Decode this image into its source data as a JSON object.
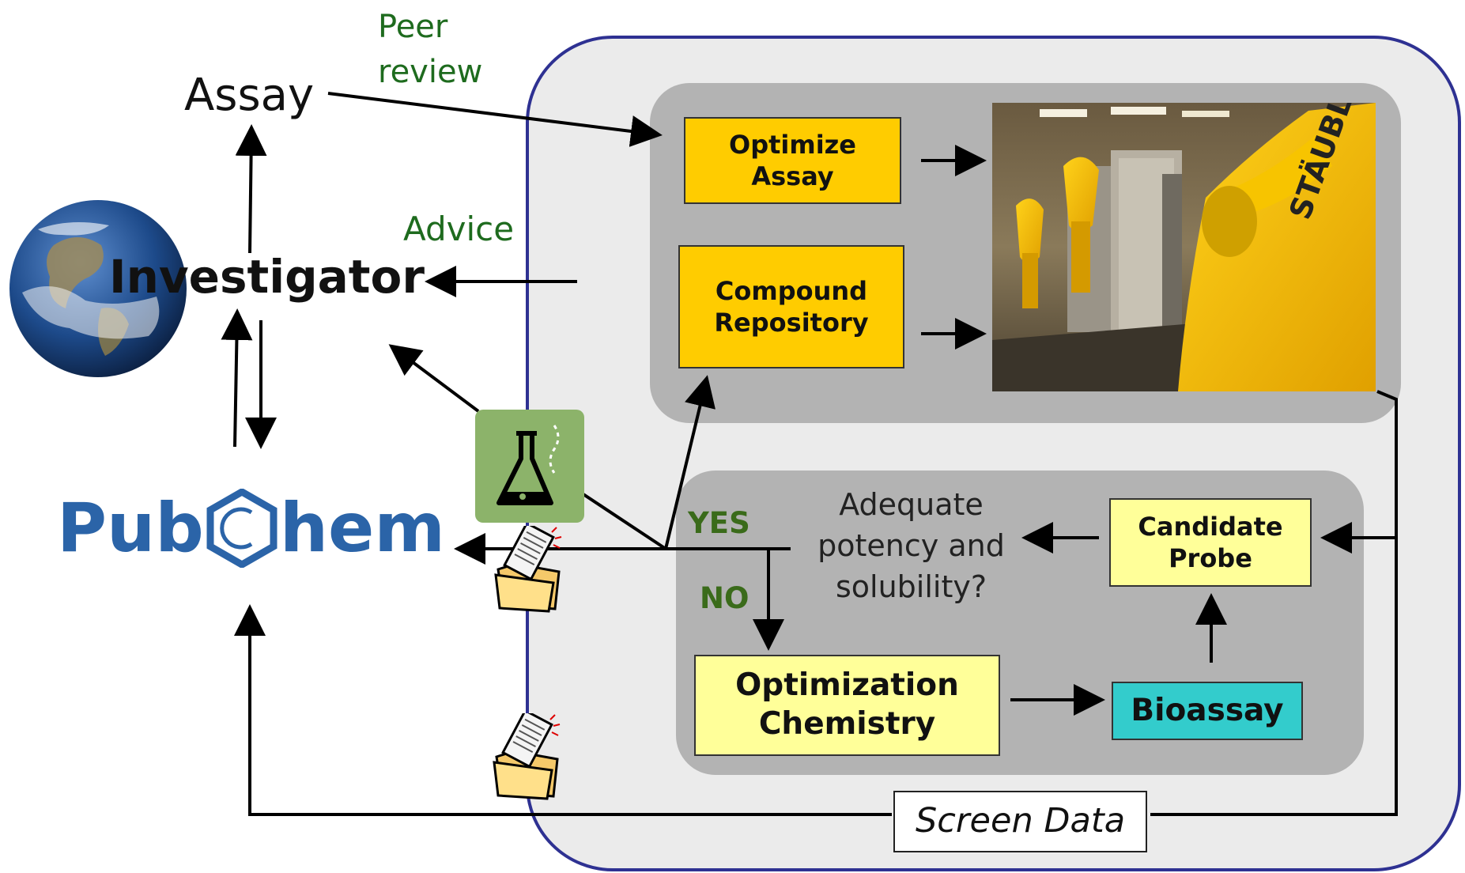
{
  "labels": {
    "peer_review_line1": "Peer",
    "peer_review_line2": "review",
    "assay": "Assay",
    "advice": "Advice",
    "investigator": "Investigator",
    "pubchem_left": "Pub",
    "pubchem_right": "hem",
    "yes": "YES",
    "no": "NO",
    "question_line1": "Adequate",
    "question_line2": "potency and",
    "question_line3": "solubility?",
    "screen_data": "Screen Data"
  },
  "boxes": {
    "optimize_assay_line1": "Optimize",
    "optimize_assay_line2": "Assay",
    "compound_repository_line1": "Compound",
    "compound_repository_line2": "Repository",
    "candidate_probe_line1": "Candidate",
    "candidate_probe_line2": "Probe",
    "optimization_chemistry_line1": "Optimization",
    "optimization_chemistry_line2": "Chemistry",
    "bioassay": "Bioassay"
  },
  "photo": {
    "brand_text": "STÄUBLI"
  },
  "colors": {
    "green_text": "#1e6b1e",
    "dark_green_text": "#3a6b1a",
    "panel_border": "#2e3192",
    "panel_fill": "#ebebeb",
    "inner_panel": "#b3b3b3",
    "orange_box": "#ffcc00",
    "yellow_box": "#ffff99",
    "teal_box": "#33cccc",
    "pubchem_blue": "#2b64a8"
  },
  "icons": [
    "globe-icon",
    "flask-icon",
    "folder-document-icon",
    "benzene-ring-icon",
    "robot-lab-photo"
  ]
}
